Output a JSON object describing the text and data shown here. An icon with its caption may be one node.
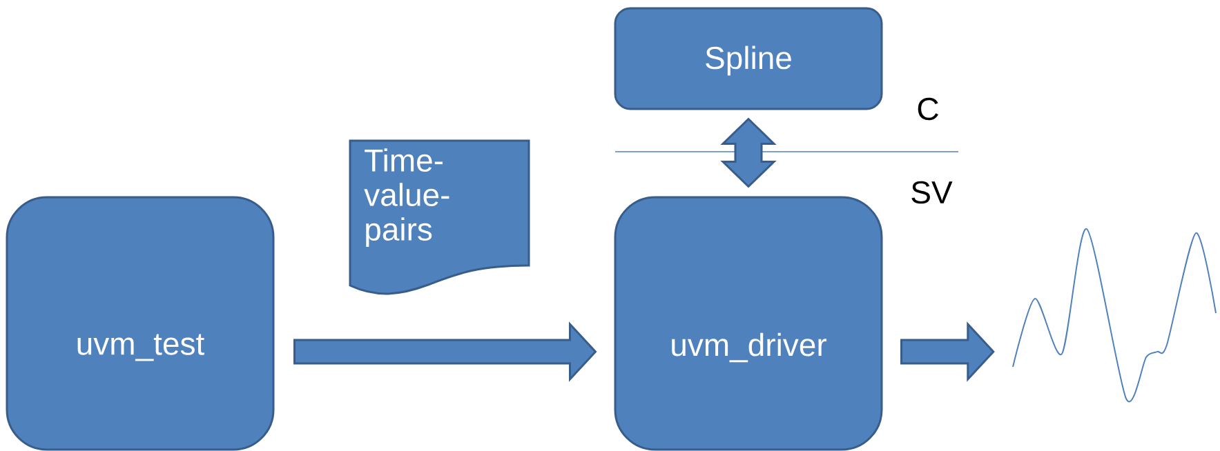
{
  "diagram": {
    "nodes": [
      {
        "text": [
          "uvm_test"
        ]
      },
      {
        "text": [
          "Time-value-pairs"
        ]
      },
      {
        "text": [
          "uvm_driver"
        ]
      },
      {
        "text": [
          "Spline"
        ]
      },
      {
        "text": [],
        "shape": "picture"
      }
    ],
    "edges": [
      {
        "from": 0,
        "to": 2,
        "arrow": "to"
      },
      {
        "from": 3,
        "to": 2,
        "arrow": "both"
      },
      {
        "from": 2,
        "to": 4,
        "arrow": "to"
      }
    ],
    "labels": [
      "C",
      "SV"
    ]
  }
}
